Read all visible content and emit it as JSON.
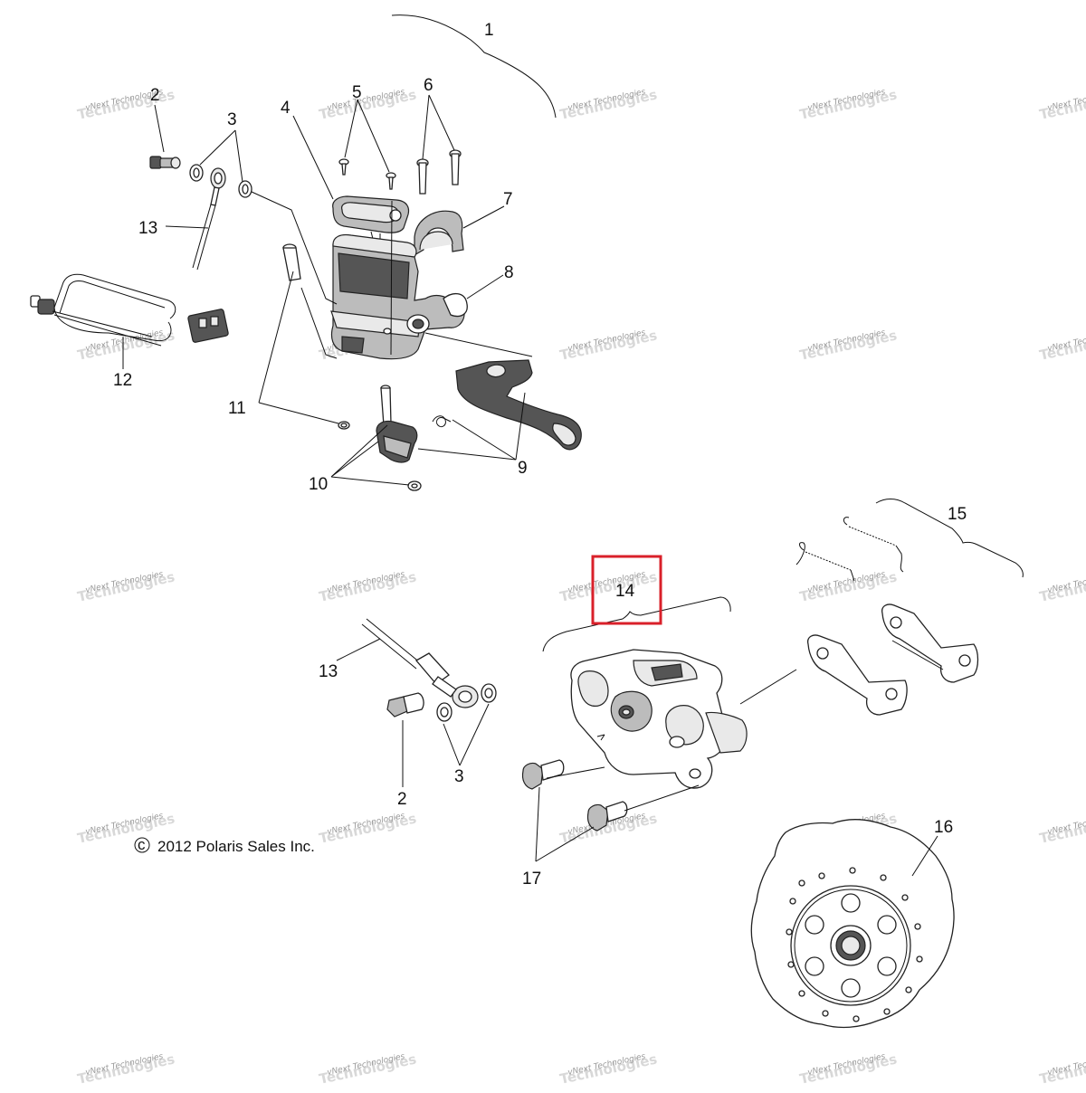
{
  "copyright": "2012 Polaris Sales Inc.",
  "copyright_symbol": "c",
  "watermark": {
    "line1": "vNext Technologies",
    "line2": "Technologies"
  },
  "callouts": {
    "c1": "1",
    "c2a": "2",
    "c2b": "2",
    "c3a": "3",
    "c3b": "3",
    "c4": "4",
    "c5": "5",
    "c6": "6",
    "c7": "7",
    "c8": "8",
    "c9": "9",
    "c10": "10",
    "c11": "11",
    "c12": "12",
    "c13a": "13",
    "c13b": "13",
    "c14": "14",
    "c15": "15",
    "c16": "16",
    "c17": "17"
  },
  "highlighted_callout": "14",
  "highlight_color": "#d9202a"
}
